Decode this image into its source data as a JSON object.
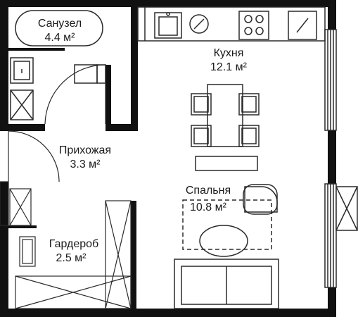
{
  "colors": {
    "wall": "#111111",
    "stroke": "#2a2a2a",
    "text": "#1a1a1a",
    "background": "#ffffff"
  },
  "rooms": {
    "bathroom": {
      "name": "Санузел",
      "area": "4.4 м²"
    },
    "kitchen": {
      "name": "Кухня",
      "area": "12.1 м²"
    },
    "hallway": {
      "name": "Прихожая",
      "area": "3.3 м²"
    },
    "bedroom": {
      "name": "Спальня",
      "area": "10.8 м²"
    },
    "wardrobe": {
      "name": "Гардероб",
      "area": "2.5 м²"
    }
  },
  "icons": {
    "stove": "stove-icon",
    "sink": "sink-icon",
    "toilet": "toilet-icon",
    "washing_machine": "washing-machine-icon",
    "bed": "bed-icon",
    "table": "dining-table-icon",
    "armchair": "armchair-icon",
    "window": "window-icon",
    "door": "door-swing-icon"
  }
}
